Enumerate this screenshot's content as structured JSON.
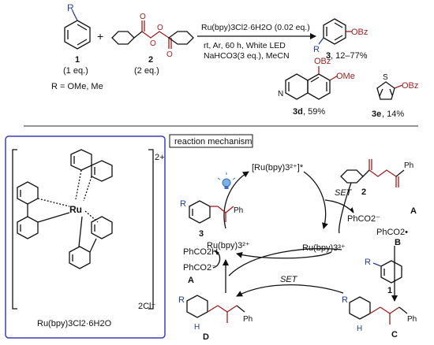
{
  "reaction": {
    "substituent_label": "R",
    "reactant1_number": "1",
    "reactant1_eq": "(1 eq.)",
    "reactant2_number": "2",
    "reactant2_eq": "(2 eq.)",
    "r_definition": "R = OMe, Me",
    "condition_catalyst": "Ru(bpy)3Cl2·6H2O (0.02 eq.)",
    "condition_line2": "rt, Ar, 60 h, White LED",
    "condition_line3": "NaHCO3(3 eq.), MeCN",
    "product_obz": "OBz",
    "product3_label": "3",
    "product3_yield": ", 12–77%",
    "product3d_obz": "OBz",
    "product3d_ome": "OMe",
    "product3d_label": "3d",
    "product3d_yield": ", 59%",
    "product3e_obz": "OBz",
    "product3e_s": "S",
    "product3e_label": "3e",
    "product3e_yield": ", 14%"
  },
  "catalyst": {
    "charge": "2+",
    "counterion": "2Cl⁻",
    "metal": "Ru",
    "name": "Ru(bpy)3Cl2·6H2O"
  },
  "mechanism": {
    "title": "reaction mechanism",
    "excited_ru": "[Ru(bpy)3²⁺]*",
    "ru2": "Ru(bpy)3²⁺",
    "ru3": "Ru(bpy)3³⁺",
    "set1": "SET",
    "set2": "SET",
    "phco2_anion": "PhCO2⁻",
    "label_A": "A",
    "radical": "PhCO2•",
    "label_B": "B",
    "label_1": "1",
    "label_C": "C",
    "label_D": "D",
    "label_2": "2",
    "label_3": "3",
    "phco2h": "PhCO2H",
    "phco2_anion_left": "PhCO2⁻",
    "label_A_left": "A",
    "ph": "Ph",
    "r": "R",
    "h": "H"
  }
}
